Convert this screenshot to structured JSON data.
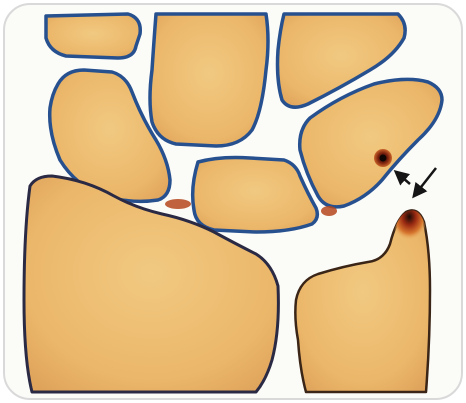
{
  "illustration": {
    "subject": "wrist-bones-illustration",
    "colors": {
      "background": "#ffffff",
      "card_edge": "#d9d9d9",
      "gap_fill": "#fbfbf8",
      "bone_fill": "#edbd6f",
      "bone_shade": "#d99a4d",
      "outline_blue": "#27508f",
      "outline_dark": "#3a2516",
      "lesion_red": "#9a2a12",
      "lesion_dark": "#1a0b06",
      "arrow": "#151515"
    },
    "arrows": [
      {
        "name": "arrow-long",
        "points_to": "ulnar-styloid-tip"
      },
      {
        "name": "arrow-short",
        "points_to": "triquetrum-spot"
      }
    ]
  }
}
